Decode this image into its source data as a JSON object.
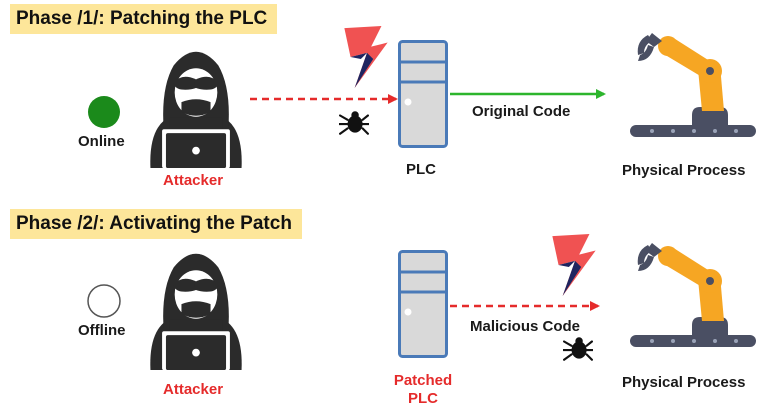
{
  "phase1": {
    "title": "Phase /1/: Patching the PLC",
    "status_label": "Online",
    "status_color": "#1b8a1b",
    "attacker_label": "Attacker",
    "plc_label": "PLC",
    "code_label": "Original Code",
    "code_arrow_color": "#2db52d",
    "process_label": "Physical Process"
  },
  "phase2": {
    "title": "Phase /2/: Activating the Patch",
    "status_label": "Offline",
    "status_color": "#ffffff",
    "attacker_label": "Attacker",
    "plc_label_line1": "Patched",
    "plc_label_line2": "PLC",
    "code_label": "Malicious Code",
    "code_arrow_color": "#e52b2b",
    "process_label": "Physical Process"
  },
  "colors": {
    "title_bg": "#fde69a",
    "attack_arrow": "#e52b2b",
    "plc_fill": "#d9d9d9",
    "plc_stroke": "#4a7ab8",
    "lightning_red": "#f05252",
    "lightning_navy": "#1f2560",
    "robot_orange": "#f6a623",
    "robot_dark": "#4a4f63"
  },
  "icons": {
    "attacker": "hooded-hacker-icon",
    "plc": "server-tower-icon",
    "process": "robot-arm-icon",
    "malware": "bug-icon",
    "attack": "lightning-bolt-icon"
  }
}
